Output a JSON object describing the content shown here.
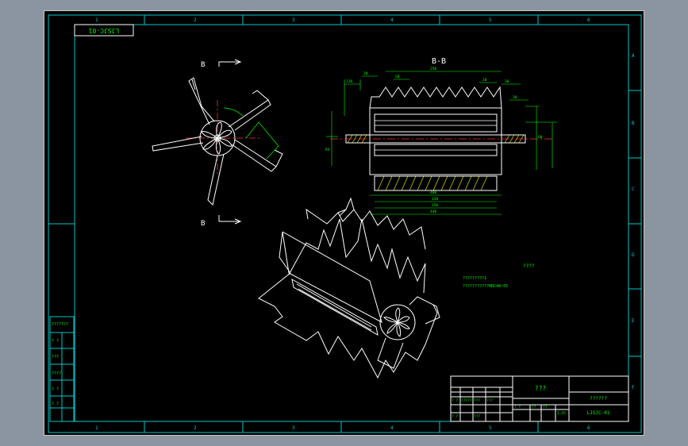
{
  "drawing": {
    "code_stamp": "LJSJC-01",
    "code": "LJSJC-01",
    "section_title": "B-B",
    "section_marker_top": "B",
    "section_marker_bottom": "B",
    "note_question": "????",
    "note_line1": "?????????1",
    "note_line2": "???????????HRC48~55",
    "title_center": "???",
    "title_right": "??????",
    "scale": "1:25",
    "zone_numbers": [
      "1",
      "2",
      "3",
      "4",
      "5",
      "6"
    ],
    "zone_letters": [
      "A",
      "B",
      "C",
      "D",
      "E",
      "F"
    ],
    "left_labels": [
      "???????",
      "? ?",
      "???",
      "????",
      "? ?",
      "? ?"
    ],
    "title_cells": [
      "? ?",
      "?????",
      "???",
      "???",
      "? ?",
      "???",
      "? ?",
      "??",
      "??"
    ],
    "dims": [
      "120",
      "20",
      "20",
      "20",
      "30",
      "250",
      "400",
      "440",
      "30",
      "60",
      "120",
      "250",
      "R3"
    ]
  },
  "colors": {
    "frame": "#00c8c8",
    "lines": "#ffffff",
    "dims": "#00ff00",
    "center": "#ff3030",
    "hatch": "#ffff00"
  }
}
